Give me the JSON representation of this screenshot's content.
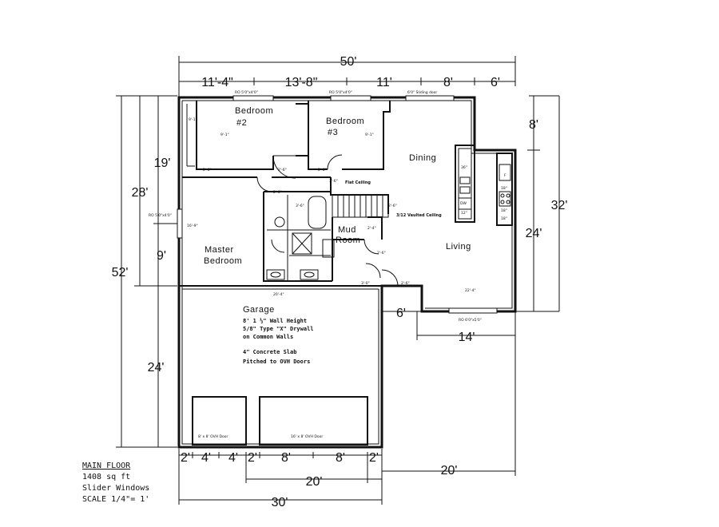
{
  "legend": {
    "title": "MAIN FLOOR",
    "area": "1408 sq ft",
    "windows": "Slider Windows",
    "scale": "SCALE 1/4\"= 1'"
  },
  "rooms": {
    "bedroom2_a": "Bedroom",
    "bedroom2_b": "#2",
    "bedroom3_a": "Bedroom",
    "bedroom3_b": "#3",
    "dining": "Dining",
    "living": "Living",
    "mud_a": "Mud",
    "mud_b": "Room",
    "master_a": "Master",
    "master_b": "Bedroom",
    "garage": "Garage"
  },
  "garage_notes": {
    "line1": "8' 1 ½\" Wall Height",
    "line2": "5/8\" Type \"X\" Drywall",
    "line3": "on Common Walls",
    "line4": "4\" Concrete Slab",
    "line5": "Pitched to OVH Doors"
  },
  "doors": {
    "ovh_small": "8' x 8' OVH Door",
    "ovh_large": "16' x 8' OVH Door"
  },
  "ceilings": {
    "flat": "Flat Ceiling",
    "vaulted": "3/12 Vaulted Ceiling"
  },
  "window_labels": {
    "rough_bed2": "RO 5'0\"x4'0\"",
    "rough_bed3": "RO 5'0\"x4'0\"",
    "sliding": "6'0\" Sliding door",
    "rough_master": "RO 5'0\"x4'0\"",
    "rough_living": "RO 6'0\"x5'0\""
  },
  "kitchen": {
    "fridge": "F",
    "dishwasher": "DW",
    "top_width": "36\"",
    "a": "18\"",
    "b": "12\"",
    "c": "18\"",
    "d": "18\""
  },
  "dimensions": {
    "overall_width": "50'",
    "top_1": "11'-4\"",
    "top_2": "13'-8\"",
    "top_3": "11'",
    "top_4": "8'",
    "top_5": "6'",
    "left_total": "52'",
    "left_house": "28'",
    "left_upper": "19'",
    "left_lower": "9'",
    "left_garage": "24'",
    "right_total": "32'",
    "right_upper": "8'",
    "right_lower": "24'",
    "garage_offset": "6'",
    "living_width": "14'",
    "bottom_1": "2'",
    "bottom_2": "4'",
    "bottom_3": "4'",
    "bottom_4": "2'",
    "bottom_5": "8'",
    "bottom_6": "8'",
    "bottom_7": "2'",
    "bottom_door": "20'",
    "bottom_right": "20'",
    "bottom_total": "30'"
  },
  "small_dims": {
    "d1": "9'-1\"",
    "d2": "9'-1\"",
    "d3": "9'-1\"",
    "d4": "16'-9\"",
    "d5": "2'-6\"",
    "d6": "2'-6\"",
    "d7": "2'-6\"",
    "d8": "2'-6\"",
    "d9": "3'-6\"",
    "d10": "3'-6\"",
    "d11": "2'-6\"",
    "d12": "2'-4\"",
    "d13": "2'-6\"",
    "d14": "3'-0\"",
    "d15": "2'-6\"",
    "d16": "22'-4\"",
    "d17": "20'-4\""
  }
}
